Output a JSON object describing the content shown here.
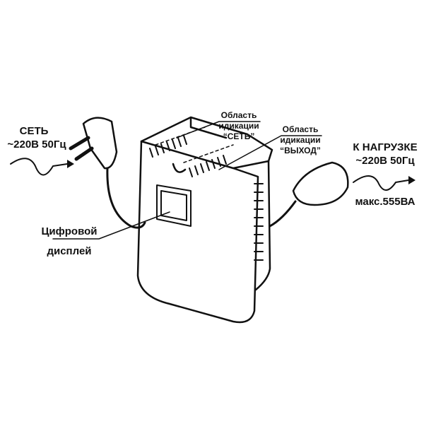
{
  "input": {
    "title": "СЕТЬ",
    "spec": "~220В 50Гц"
  },
  "indicator_network": {
    "line1": "Область",
    "line2": "идикации",
    "line3": "“СЕТЬ”"
  },
  "indicator_output": {
    "line1": "Область",
    "line2": "идикации",
    "line3": "“ВЫХОД”"
  },
  "output": {
    "title": "К НАГРУЗКЕ",
    "spec": "~220В 50Гц",
    "max": "макс.555ВА"
  },
  "display": {
    "line1": "Цифровой",
    "line2": "дисплей"
  }
}
